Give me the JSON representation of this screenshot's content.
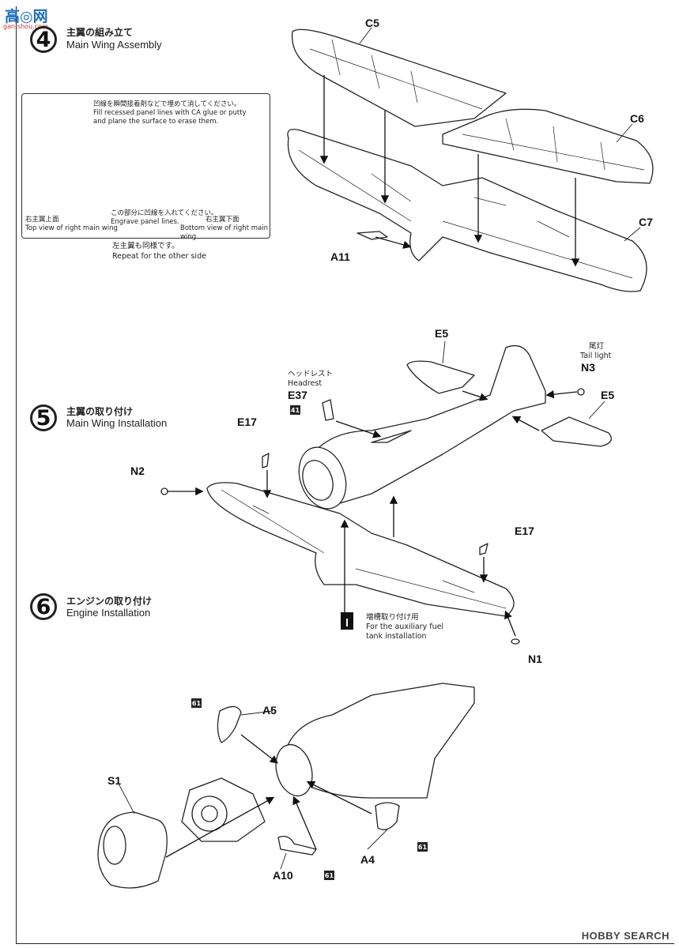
{
  "watermark": {
    "top": "高◎网",
    "sub": "gan-shou.com"
  },
  "steps": [
    {
      "number": "4",
      "jp": "主翼の組み立て",
      "en": "Main Wing Assembly"
    },
    {
      "number": "5",
      "jp": "主翼の取り付け",
      "en": "Main Wing Installation"
    },
    {
      "number": "6",
      "jp": "エンジンの取り付け",
      "en": "Engine Installation"
    }
  ],
  "step4": {
    "parts": {
      "c5": "C5",
      "c6": "C6",
      "c7": "C7",
      "a11": "A11"
    },
    "inset": {
      "fill_jp": "凹線を瞬間接着剤などで埋めて消してください。",
      "fill_en_1": "Fill recessed panel lines with CA glue or putty",
      "fill_en_2": "and plane the surface to erase them.",
      "engrave_jp": "この部分に凹線を入れてください。",
      "engrave_en": "Engrave panel lines.",
      "top_jp": "右主翼上面",
      "top_en": "Top view of right main wing",
      "bottom_jp": "右主翼下面",
      "bottom_en": "Bottom view of right main wing"
    },
    "repeat_jp": "左主翼も同様です。",
    "repeat_en": "Repeat for the other side"
  },
  "step5": {
    "parts": {
      "e5_top": "E5",
      "e5_right": "E5",
      "n3": "N3",
      "e37": "E37",
      "e17_left": "E17",
      "e17_right": "E17",
      "n2": "N2",
      "n1": "N1"
    },
    "tail_light_jp": "尾灯",
    "tail_light_en": "Tail light",
    "headrest_jp": "ヘッドレスト",
    "headrest_en": "Headrest",
    "headrest_glue": "41",
    "drop_tank_jp": "増槽取り付け用",
    "drop_tank_en_1": "For the auxiliary fuel",
    "drop_tank_en_2": "tank installation"
  },
  "step6": {
    "parts": {
      "a5": "A5",
      "s1": "S1",
      "a10": "A10",
      "a4": "A4"
    },
    "glue": {
      "a5": "61",
      "a10": "61",
      "a4": "61"
    }
  },
  "footer": {
    "brand": "HOBBY SEARCH"
  }
}
